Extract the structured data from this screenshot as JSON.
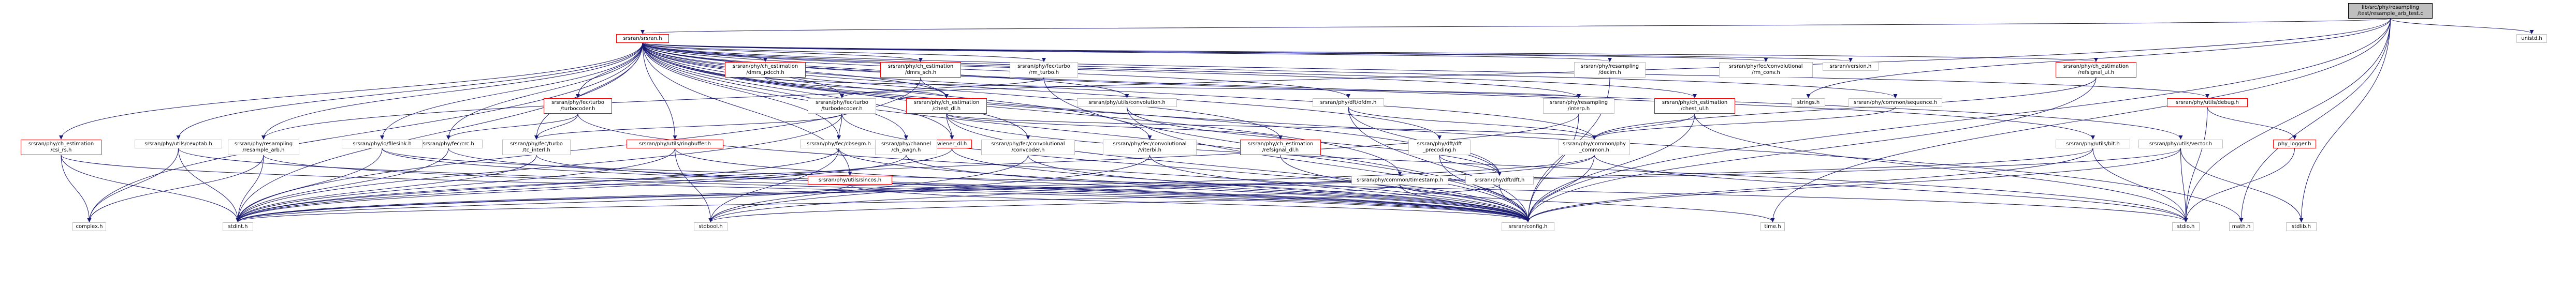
{
  "graph": {
    "nodes": [
      {
        "id": "root",
        "label": "lib/src/phy/resampling\n/test/resample_arb_test.c"
      },
      {
        "id": "srsran",
        "label": "srsran/srsran.h"
      },
      {
        "id": "unistd",
        "label": "unistd.h"
      },
      {
        "id": "config",
        "label": "srsran/config.h"
      },
      {
        "id": "stdio",
        "label": "stdio.h"
      },
      {
        "id": "stdlib",
        "label": "stdlib.h"
      },
      {
        "id": "math",
        "label": "math.h"
      },
      {
        "id": "stdint",
        "label": "stdint.h"
      },
      {
        "id": "stdbool",
        "label": "stdbool.h"
      },
      {
        "id": "complex",
        "label": "complex.h"
      },
      {
        "id": "time",
        "label": "time.h"
      },
      {
        "id": "strings",
        "label": "strings.h"
      },
      {
        "id": "common_phy",
        "label": "srsran/phy/common/phy\n_common.h"
      },
      {
        "id": "timestamp",
        "label": "srsran/phy/common/timestamp.h"
      },
      {
        "id": "sequence",
        "label": "srsran/phy/common/sequence.h"
      },
      {
        "id": "debug",
        "label": "srsran/phy/utils/debug.h"
      },
      {
        "id": "phy_logger",
        "label": "phy_logger.h"
      },
      {
        "id": "version",
        "label": "srsran/version.h"
      },
      {
        "id": "ch_est_refsig_ul",
        "label": "srsran/phy/ch_estimation\n/refsignal_ul.h"
      },
      {
        "id": "ch_est_refsig_dl",
        "label": "srsran/phy/ch_estimation\n/refsignal_dl.h"
      },
      {
        "id": "ch_est_chest_dl",
        "label": "srsran/phy/ch_estimation\n/chest_dl.h"
      },
      {
        "id": "ch_est_chest_ul",
        "label": "srsran/phy/ch_estimation\n/chest_ul.h"
      },
      {
        "id": "ch_est_csi_rs",
        "label": "srsran/phy/ch_estimation\n/csi_rs.h"
      },
      {
        "id": "ch_est_dmrs_pdcch",
        "label": "srsran/phy/ch_estimation\n/dmrs_pdcch.h"
      },
      {
        "id": "ch_est_dmrs_sch",
        "label": "srsran/phy/ch_estimation\n/dmrs_sch.h"
      },
      {
        "id": "wiener_dl",
        "label": "wiener_dl.h"
      },
      {
        "id": "resampling_interp",
        "label": "srsran/phy/resampling\n/interp.h"
      },
      {
        "id": "resampling_decim",
        "label": "srsran/phy/resampling\n/decim.h"
      },
      {
        "id": "resampling_resample_arb",
        "label": "srsran/phy/resampling\n/resample_arb.h"
      },
      {
        "id": "convolution",
        "label": "srsran/phy/utils/convolution.h"
      },
      {
        "id": "dft",
        "label": "srsran/phy/dft/dft.h"
      },
      {
        "id": "ofdm",
        "label": "srsran/phy/dft/ofdm.h"
      },
      {
        "id": "dft_precoding",
        "label": "srsran/phy/dft/dft\n_precoding.h"
      },
      {
        "id": "crc",
        "label": "srsran/phy/fec/crc.h"
      },
      {
        "id": "cbsegm",
        "label": "srsran/phy/fec/cbsegm.h"
      },
      {
        "id": "turbo_rm",
        "label": "srsran/phy/fec/turbo\n/rm_turbo.h"
      },
      {
        "id": "turbo_decoder",
        "label": "srsran/phy/fec/turbo\n/turbodecoder.h"
      },
      {
        "id": "turbo_encoder",
        "label": "srsran/phy/fec/turbo\n/turbocoder.h"
      },
      {
        "id": "tc_interl",
        "label": "srsran/phy/fec/turbo\n/tc_interl.h"
      },
      {
        "id": "cc_rm_conv",
        "label": "srsran/phy/fec/convolutional\n/rm_conv.h"
      },
      {
        "id": "cc_convcoder",
        "label": "srsran/phy/fec/convolutional\n/convcoder.h"
      },
      {
        "id": "cc_viterbi",
        "label": "srsran/phy/fec/convolutional\n/viterbi.h"
      },
      {
        "id": "ch_awgn",
        "label": "srsran/phy/channel\n/ch_awgn.h"
      },
      {
        "id": "ringbuffer",
        "label": "srsran/phy/utils/ringbuffer.h"
      },
      {
        "id": "bit",
        "label": "srsran/phy/utils/bit.h"
      },
      {
        "id": "vector",
        "label": "srsran/phy/utils/vector.h"
      },
      {
        "id": "cexptab",
        "label": "srsran/phy/utils/cexptab.h"
      },
      {
        "id": "sincos",
        "label": "srsran/phy/utils/sincos.h"
      },
      {
        "id": "lte_file",
        "label": "srsran/phy/io/filesink.h"
      }
    ],
    "edges": [
      [
        "root",
        "srsran"
      ],
      [
        "root",
        "unistd"
      ],
      [
        "root",
        "config"
      ],
      [
        "root",
        "stdio"
      ],
      [
        "root",
        "stdlib"
      ],
      [
        "root",
        "math"
      ],
      [
        "root",
        "strings"
      ],
      [
        "root",
        "time"
      ],
      [
        "root",
        "resampling_resample_arb"
      ],
      [
        "srsran",
        "complex"
      ],
      [
        "srsran",
        "stdint"
      ],
      [
        "srsran",
        "math"
      ],
      [
        "srsran",
        "config"
      ],
      [
        "srsran",
        "version"
      ],
      [
        "srsran",
        "debug"
      ],
      [
        "srsran",
        "timestamp"
      ],
      [
        "srsran",
        "common_phy"
      ],
      [
        "srsran",
        "sequence"
      ],
      [
        "srsran",
        "ch_est_chest_dl"
      ],
      [
        "srsran",
        "ch_est_chest_ul"
      ],
      [
        "srsran",
        "ch_est_csi_rs"
      ],
      [
        "srsran",
        "ch_est_dmrs_pdcch"
      ],
      [
        "srsran",
        "ch_est_dmrs_sch"
      ],
      [
        "srsran",
        "ch_est_refsig_ul"
      ],
      [
        "srsran",
        "ch_est_refsig_dl"
      ],
      [
        "srsran",
        "wiener_dl"
      ],
      [
        "srsran",
        "resampling_interp"
      ],
      [
        "srsran",
        "resampling_decim"
      ],
      [
        "srsran",
        "resampling_resample_arb"
      ],
      [
        "srsran",
        "convolution"
      ],
      [
        "srsran",
        "dft"
      ],
      [
        "srsran",
        "ofdm"
      ],
      [
        "srsran",
        "dft_precoding"
      ],
      [
        "srsran",
        "crc"
      ],
      [
        "srsran",
        "cbsegm"
      ],
      [
        "srsran",
        "turbo_rm"
      ],
      [
        "srsran",
        "turbo_decoder"
      ],
      [
        "srsran",
        "turbo_encoder"
      ],
      [
        "srsran",
        "tc_interl"
      ],
      [
        "srsran",
        "cc_rm_conv"
      ],
      [
        "srsran",
        "cc_convcoder"
      ],
      [
        "srsran",
        "cc_viterbi"
      ],
      [
        "srsran",
        "ch_awgn"
      ],
      [
        "srsran",
        "ringbuffer"
      ],
      [
        "srsran",
        "bit"
      ],
      [
        "srsran",
        "vector"
      ],
      [
        "srsran",
        "cexptab"
      ],
      [
        "srsran",
        "sincos"
      ],
      [
        "srsran",
        "lte_file"
      ],
      [
        "ch_est_csi_rs",
        "complex"
      ],
      [
        "ch_est_csi_rs",
        "config"
      ],
      [
        "ch_est_csi_rs",
        "stdint"
      ],
      [
        "cexptab",
        "complex"
      ],
      [
        "cexptab",
        "stdint"
      ],
      [
        "cexptab",
        "config"
      ],
      [
        "resampling_resample_arb",
        "complex"
      ],
      [
        "resampling_resample_arb",
        "stdint"
      ],
      [
        "resampling_resample_arb",
        "config"
      ],
      [
        "sincos",
        "stdint"
      ],
      [
        "sincos",
        "config"
      ],
      [
        "crc",
        "config"
      ],
      [
        "crc",
        "stdint"
      ],
      [
        "tc_interl",
        "config"
      ],
      [
        "tc_interl",
        "stdint"
      ],
      [
        "ringbuffer",
        "config"
      ],
      [
        "ringbuffer",
        "stdint"
      ],
      [
        "ringbuffer",
        "stdbool"
      ],
      [
        "ch_awgn",
        "config"
      ],
      [
        "ch_awgn",
        "stdint"
      ],
      [
        "cc_convcoder",
        "config"
      ],
      [
        "cc_convcoder",
        "stdbool"
      ],
      [
        "cc_viterbi",
        "config"
      ],
      [
        "cc_viterbi",
        "stdbool"
      ],
      [
        "cbsegm",
        "config"
      ],
      [
        "cbsegm",
        "stdint"
      ],
      [
        "cbsegm",
        "stdbool"
      ],
      [
        "turbo_encoder",
        "config"
      ],
      [
        "turbo_encoder",
        "crc"
      ],
      [
        "turbo_encoder",
        "tc_interl"
      ],
      [
        "turbo_decoder",
        "config"
      ],
      [
        "turbo_decoder",
        "tc_interl"
      ],
      [
        "turbo_decoder",
        "cbsegm"
      ],
      [
        "turbo_decoder",
        "stdint"
      ],
      [
        "turbo_rm",
        "config"
      ],
      [
        "turbo_rm",
        "turbo_decoder"
      ],
      [
        "resampling_interp",
        "config"
      ],
      [
        "resampling_interp",
        "stdint"
      ],
      [
        "resampling_decim",
        "config"
      ],
      [
        "convolution",
        "config"
      ],
      [
        "convolution",
        "dft"
      ],
      [
        "dft",
        "config"
      ],
      [
        "dft",
        "stdbool"
      ],
      [
        "ofdm",
        "config"
      ],
      [
        "ofdm",
        "common_phy"
      ],
      [
        "ofdm",
        "dft"
      ],
      [
        "ofdm",
        "strings"
      ],
      [
        "dft_precoding",
        "config"
      ],
      [
        "dft_precoding",
        "common_phy"
      ],
      [
        "dft_precoding",
        "dft"
      ],
      [
        "timestamp",
        "config"
      ],
      [
        "timestamp",
        "stdint"
      ],
      [
        "timestamp",
        "time"
      ],
      [
        "common_phy",
        "config"
      ],
      [
        "common_phy",
        "stdbool"
      ],
      [
        "common_phy",
        "stdint"
      ],
      [
        "common_phy",
        "stdio"
      ],
      [
        "sequence",
        "common_phy"
      ],
      [
        "debug",
        "stdio"
      ],
      [
        "debug",
        "phy_logger"
      ],
      [
        "phy_logger",
        "stdio"
      ],
      [
        "phy_logger",
        "stdarg"
      ],
      [
        "ch_est_refsig_ul",
        "common_phy"
      ],
      [
        "ch_est_refsig_ul",
        "config"
      ],
      [
        "ch_est_refsig_ul",
        "ch_est_chest_ul_dep"
      ],
      [
        "ch_est_refsig_dl",
        "common_phy"
      ],
      [
        "ch_est_refsig_dl",
        "config"
      ],
      [
        "ch_est_chest_dl",
        "config"
      ],
      [
        "ch_est_chest_dl",
        "wiener_dl"
      ],
      [
        "ch_est_chest_dl",
        "resampling_interp"
      ],
      [
        "ch_est_chest_dl",
        "ch_est_refsig_dl"
      ],
      [
        "ch_est_chest_dl",
        "common_phy"
      ],
      [
        "ch_est_chest_dl",
        "stdio"
      ],
      [
        "ch_est_chest_ul",
        "config"
      ],
      [
        "ch_est_chest_ul",
        "ch_est_refsig_ul"
      ],
      [
        "ch_est_chest_ul",
        "common_phy"
      ],
      [
        "ch_est_chest_ul",
        "resampling_interp"
      ],
      [
        "ch_est_chest_ul",
        "stdio"
      ],
      [
        "ch_est_chest_ul",
        "strings"
      ],
      [
        "ch_est_dmrs_pdcch",
        "ch_est_chest_dl"
      ],
      [
        "ch_est_dmrs_pdcch",
        "resampling_interp"
      ],
      [
        "ch_est_dmrs_sch",
        "ch_est_chest_dl"
      ],
      [
        "ch_est_dmrs_sch",
        "stdint"
      ],
      [
        "wiener_dl",
        "config"
      ],
      [
        "wiener_dl",
        "common_phy"
      ],
      [
        "wiener_dl",
        "stdint"
      ],
      [
        "bit",
        "config"
      ],
      [
        "bit",
        "stdint"
      ],
      [
        "bit",
        "stdio"
      ],
      [
        "vector",
        "config"
      ],
      [
        "vector",
        "stdio"
      ],
      [
        "vector",
        "stdint"
      ],
      [
        "vector",
        "stdlib"
      ],
      [
        "lte_file",
        "config"
      ],
      [
        "lte_file",
        "stdio"
      ],
      [
        "lte_file",
        "stdint"
      ]
    ]
  }
}
